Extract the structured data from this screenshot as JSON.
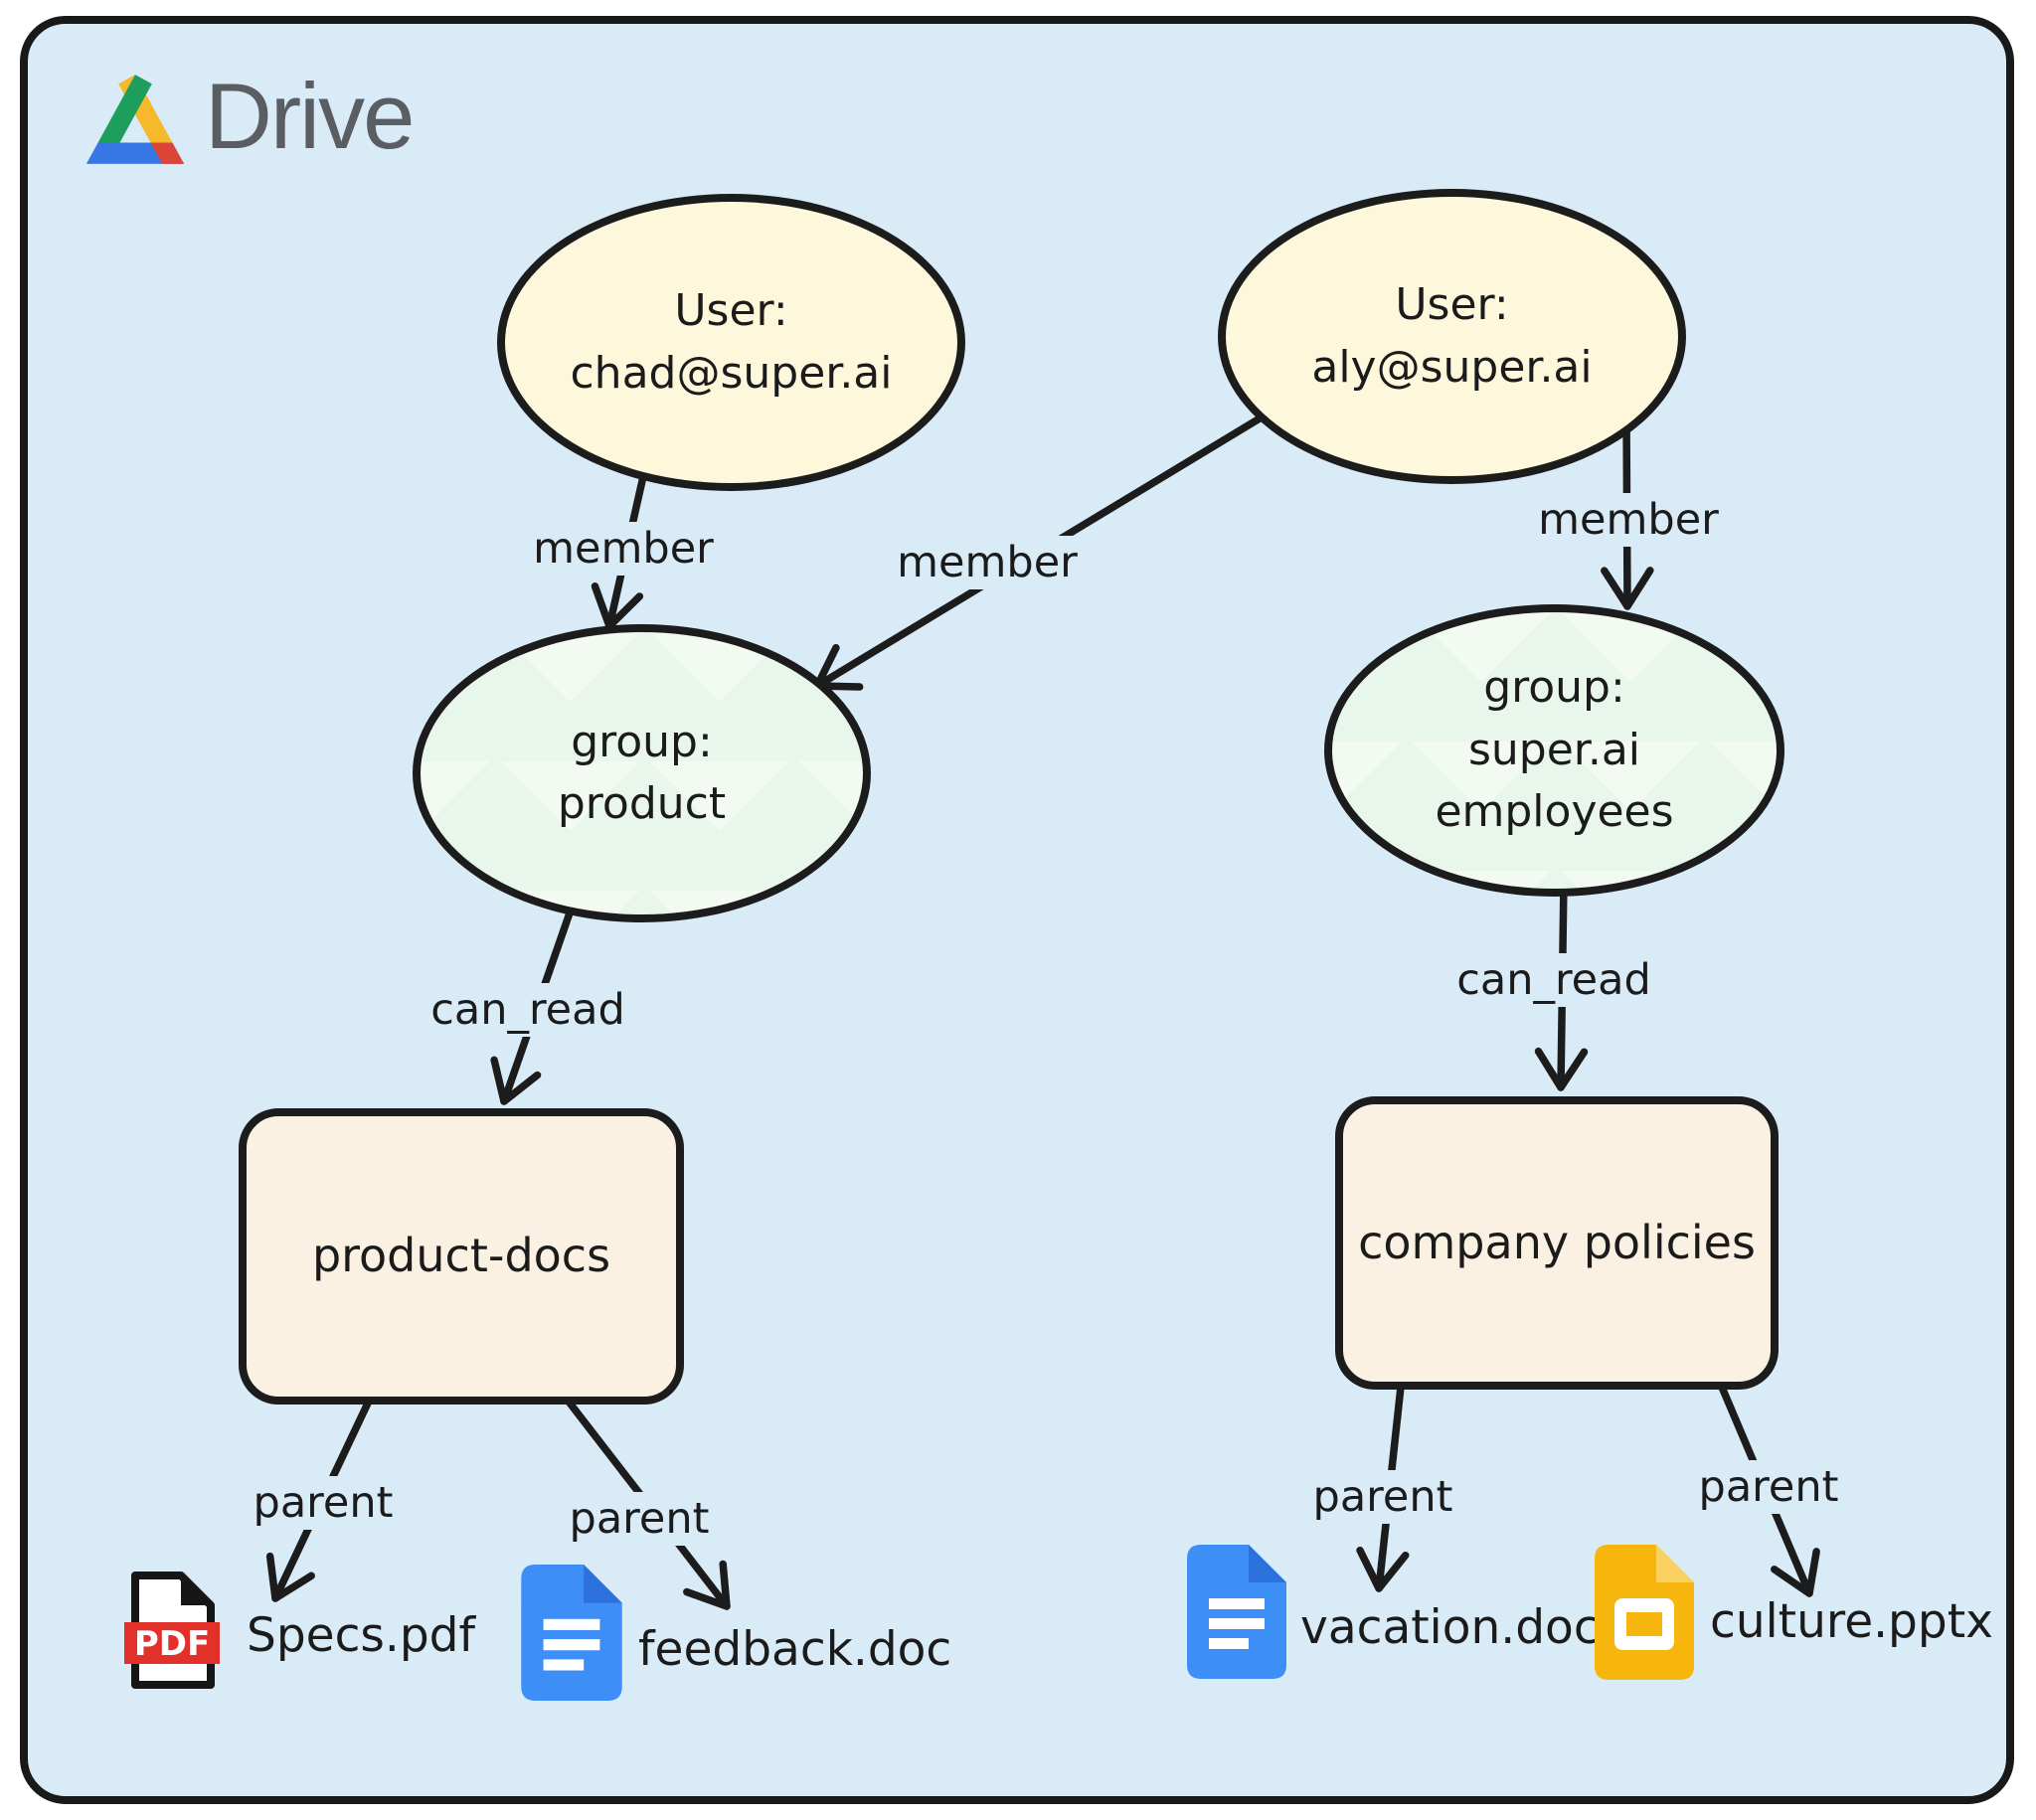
{
  "logo": {
    "product_name": "Drive"
  },
  "colors": {
    "board_background": "#DAEBF8",
    "outline": "#1c1c1c",
    "user_node_fill": "#FDF7DC",
    "group_node_fill": "#E9F6EC",
    "folder_node_fill": "#FBF1E2",
    "pdf_red": "#E2312A",
    "docs_blue": "#3E8EF7",
    "slides_yellow": "#F7B60D",
    "drive_green": "#1E9E5C",
    "drive_yellow": "#F6B92B",
    "drive_blue": "#3777E3",
    "drive_red": "#DB4437",
    "wordmark_gray": "#5A5D62"
  },
  "nodes": [
    {
      "id": "user-chad",
      "type": "ellipse",
      "lines": [
        "User:",
        "chad@super.ai"
      ]
    },
    {
      "id": "user-aly",
      "type": "ellipse",
      "lines": [
        "User:",
        "aly@super.ai"
      ]
    },
    {
      "id": "group-product",
      "type": "ellipse",
      "lines": [
        "group:",
        "product"
      ]
    },
    {
      "id": "group-employees",
      "type": "ellipse",
      "lines": [
        "group:",
        "super.ai",
        "employees"
      ]
    },
    {
      "id": "folder-product-docs",
      "type": "rectangle",
      "lines": [
        "product-docs"
      ]
    },
    {
      "id": "folder-company-policies",
      "type": "rectangle",
      "lines": [
        "company policies"
      ]
    }
  ],
  "edges": [
    {
      "from": "user-chad",
      "to": "group-product",
      "label": "member"
    },
    {
      "from": "user-aly",
      "to": "group-product",
      "label": "member"
    },
    {
      "from": "user-aly",
      "to": "group-employees",
      "label": "member"
    },
    {
      "from": "group-product",
      "to": "folder-product-docs",
      "label": "can_read"
    },
    {
      "from": "group-employees",
      "to": "folder-company-policies",
      "label": "can_read"
    },
    {
      "from": "folder-product-docs",
      "to": "file-specs-pdf",
      "label": "parent"
    },
    {
      "from": "folder-product-docs",
      "to": "file-feedback-doc",
      "label": "parent"
    },
    {
      "from": "folder-company-policies",
      "to": "file-vacation-doc",
      "label": "parent"
    },
    {
      "from": "folder-company-policies",
      "to": "file-culture-pptx",
      "label": "parent"
    }
  ],
  "files": [
    {
      "id": "file-specs-pdf",
      "name": "Specs.pdf",
      "icon": "pdf-file-icon",
      "badge": "PDF"
    },
    {
      "id": "file-feedback-doc",
      "name": "feedback.doc",
      "icon": "google-docs-icon"
    },
    {
      "id": "file-vacation-doc",
      "name": "vacation.doc",
      "icon": "google-docs-icon"
    },
    {
      "id": "file-culture-pptx",
      "name": "culture.pptx",
      "icon": "google-slides-icon"
    }
  ]
}
